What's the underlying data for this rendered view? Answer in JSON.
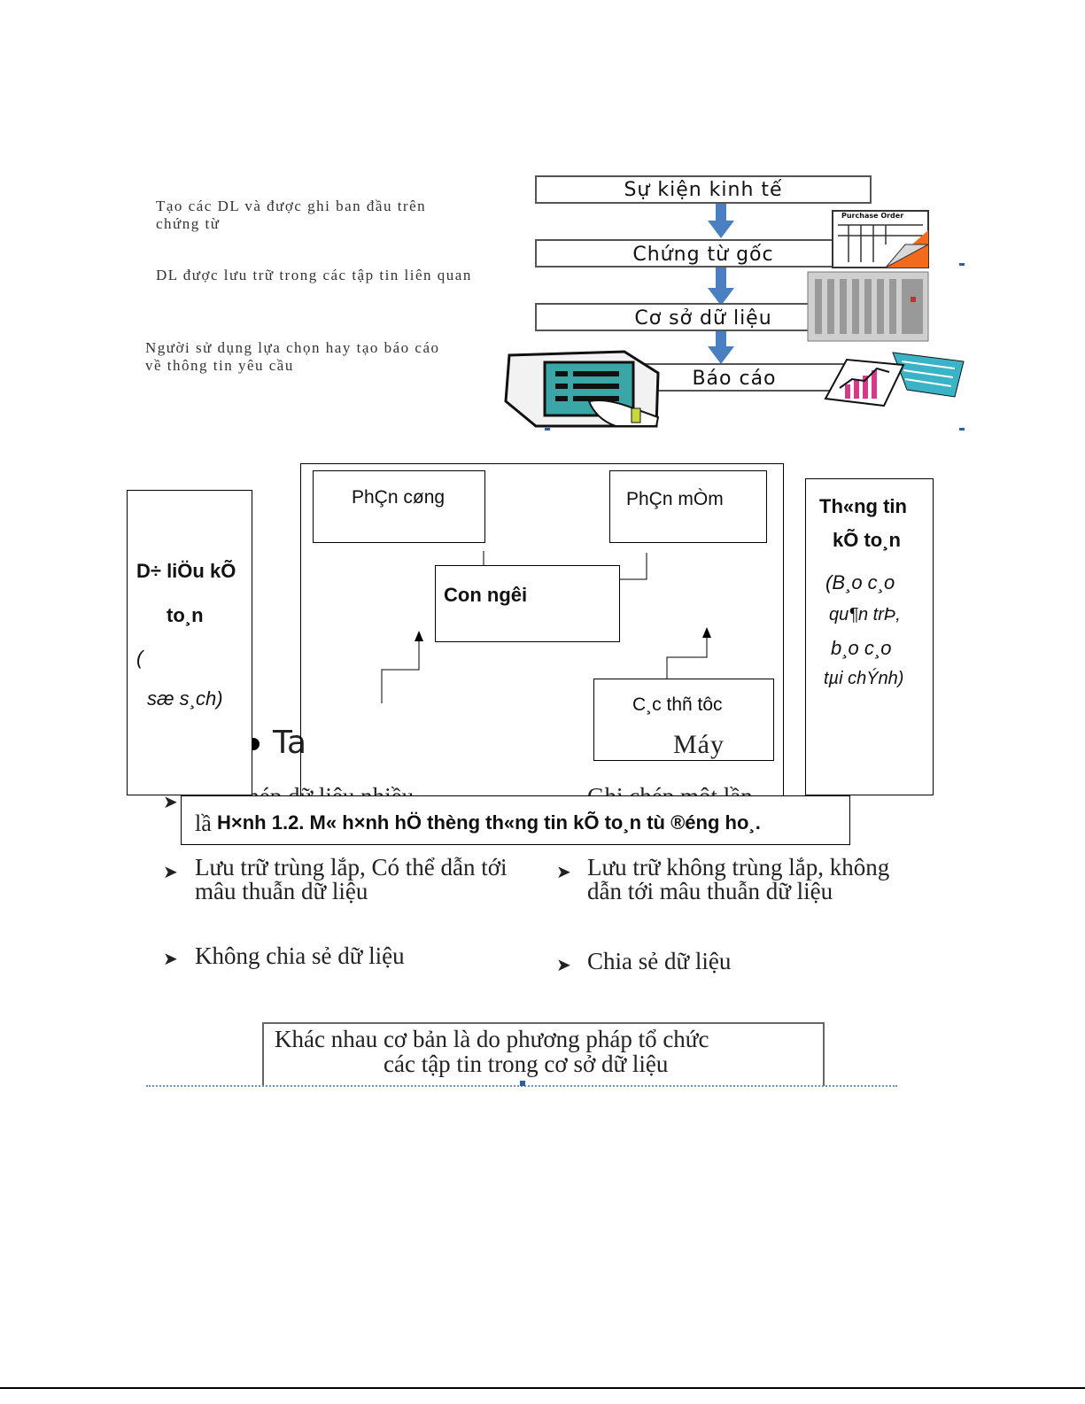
{
  "flow": {
    "steps": [
      "Sự kiện kinh tế",
      "Chứng từ gốc",
      "Cơ sở dữ liệu",
      "Báo cáo"
    ],
    "descriptions": [
      "Tạo các DL và được ghi ban đầu trên chứng từ",
      "DL được lưu trữ trong các tập tin liên quan",
      "Người sử dụng lựa chọn hay tạo báo cáo về thông tin yêu cầu"
    ],
    "po_label": "Purchase Order"
  },
  "model": {
    "input_box": {
      "line1": "D÷ liÖu kÕ",
      "line2": "to¸n",
      "line3": "(",
      "line4": "sæ s¸ch)"
    },
    "hardware": "PhÇn cøng",
    "software": "PhÇn mÒm",
    "people": "Con ng­êi",
    "procedures": "C¸c thñ tôc",
    "output_box": {
      "line1": "Th«ng tin",
      "line2": "kÕ to¸n",
      "line3": "(B¸o c¸o",
      "line4": "qu¶n trÞ,",
      "line5": "b¸o c¸o",
      "line6": "tµi chÝnh)"
    },
    "caption": "H×nh 1.2. M« h×nh hÖ thèng th«ng tin kÕ to¸n tù ®éng ho¸."
  },
  "underlay": {
    "heading_fragment": "Ta",
    "may_fragment": "Máy",
    "left_partial": "Ghi chép dữ liệu nhiều",
    "left_partial2": "lầ",
    "right_partial": "Ghi chép một lần"
  },
  "compare": {
    "left": [
      "Lưu trữ trùng lắp, Có thể dẫn tới mâu thuẫn dữ liệu",
      "Không chia sẻ dữ liệu"
    ],
    "right": [
      "Lưu trữ không trùng lắp, không dẫn tới mâu thuẫn dữ liệu",
      "Chia sẻ dữ liệu"
    ]
  },
  "conclusion": {
    "line1": "Khác nhau cơ bản là do phương pháp tổ chức",
    "line2": "các tập tin trong cơ sở dữ liệu"
  },
  "colors": {
    "arrow": "#4a7fc1",
    "screen": "#3aa6a6",
    "doc_accent": "#f26a1b"
  }
}
